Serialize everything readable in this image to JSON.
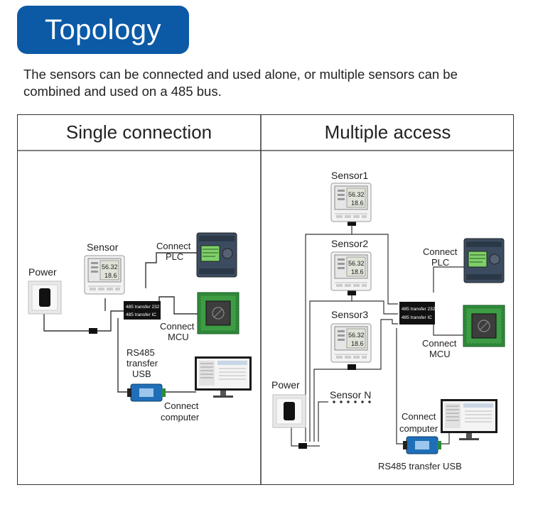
{
  "title": "Topology",
  "description": "The sensors can be connected and used alone, or multiple sensors can be combined and used on a 485 bus.",
  "single": {
    "heading": "Single connection",
    "power": "Power",
    "sensor": "Sensor",
    "reading_top": "56.32",
    "reading_bottom": "18.6",
    "ic_line1": "485 transfer 232",
    "ic_line2": "485 transfer IC",
    "plc_line1": "Connect",
    "plc_line2": "PLC",
    "mcu_line1": "Connect",
    "mcu_line2": "MCU",
    "usb_line1": "RS485",
    "usb_line2": "transfer",
    "usb_line3": "USB",
    "computer_line1": "Connect",
    "computer_line2": "computer"
  },
  "multiple": {
    "heading": "Multiple access",
    "sensor1": "Sensor1",
    "sensor2": "Sensor2",
    "sensor3": "Sensor3",
    "sensorN": "Sensor N",
    "power": "Power",
    "reading_top": "56.32",
    "reading_bottom": "18.6",
    "ic_line1": "485 transfer 232",
    "ic_line2": "485 transfer IC",
    "plc_line1": "Connect",
    "plc_line2": "PLC",
    "mcu_line1": "Connect",
    "mcu_line2": "MCU",
    "computer_line1": "Connect",
    "computer_line2": "computer",
    "usb_label": "RS485 transfer USB"
  },
  "colors": {
    "title_bg": "#0c5aa6",
    "plc_body": "#3c4c60",
    "pcb_green": "#2f8a3a",
    "usb_blue": "#1f6fb8",
    "ic_black": "#111111"
  }
}
